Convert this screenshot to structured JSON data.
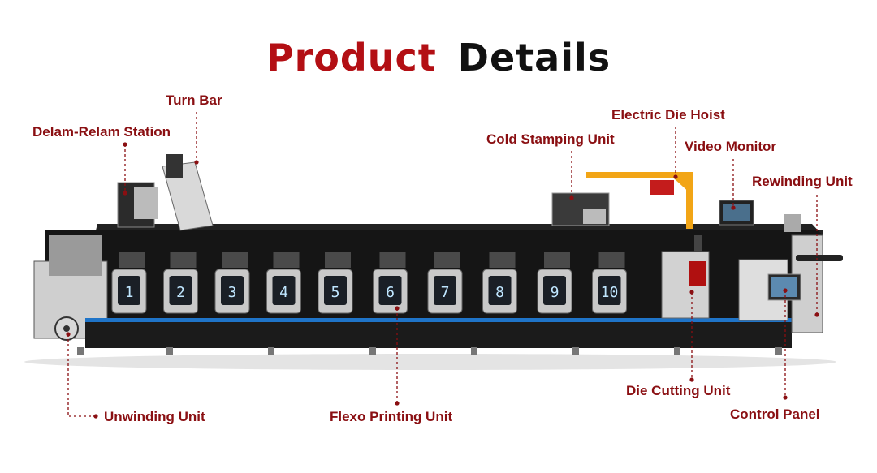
{
  "title": {
    "word1": "Product",
    "word2": "Details"
  },
  "colors": {
    "accent_red": "#b30f14",
    "label_red": "#8a0f12",
    "crane_yellow": "#f2a516",
    "machine_black": "#141414",
    "unit_gray": "#c9c9c9",
    "web_blue": "#1f74c8"
  },
  "labels": {
    "turn_bar": "Turn Bar",
    "delam_relam": "Delam-Relam Station",
    "electric_die_hoist": "Electric Die Hoist",
    "cold_stamping": "Cold Stamping Unit",
    "video_monitor": "Video Monitor",
    "rewinding": "Rewinding Unit",
    "unwinding": "Unwinding Unit",
    "flexo_printing": "Flexo Printing Unit",
    "die_cutting": "Die Cutting Unit",
    "control_panel": "Control Panel"
  },
  "print_units": [
    "1",
    "2",
    "3",
    "4",
    "5",
    "6",
    "7",
    "8",
    "9",
    "10"
  ]
}
